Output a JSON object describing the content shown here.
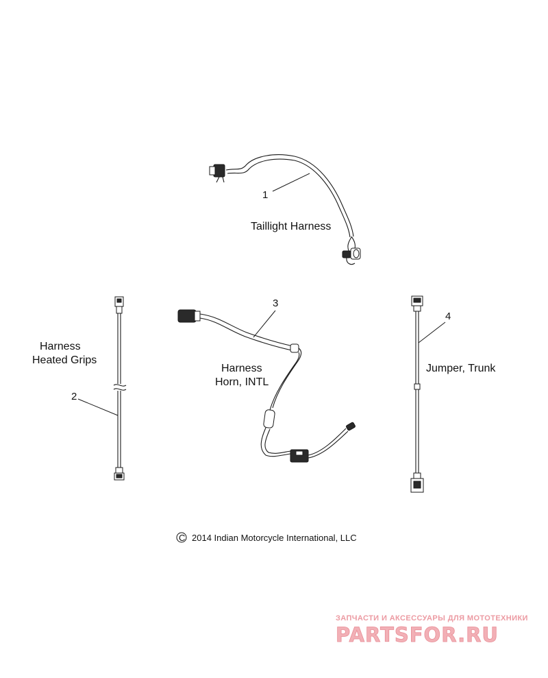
{
  "parts": [
    {
      "number": "1",
      "label": "Taillight Harness"
    },
    {
      "number": "2",
      "label_line1": "Harness",
      "label_line2": "Heated Grips"
    },
    {
      "number": "3",
      "label_line1": "Harness",
      "label_line2": "Horn, INTL"
    },
    {
      "number": "4",
      "label": "Jumper, Trunk"
    }
  ],
  "copyright": "2014 Indian Motorcycle International, LLC",
  "copyright_symbol": "C",
  "watermark": {
    "tagline": "ЗАПЧАСТИ И АКСЕССУАРЫ ДЛЯ МОТОТЕХНИКИ",
    "brand": "PARTSFOR.RU"
  }
}
